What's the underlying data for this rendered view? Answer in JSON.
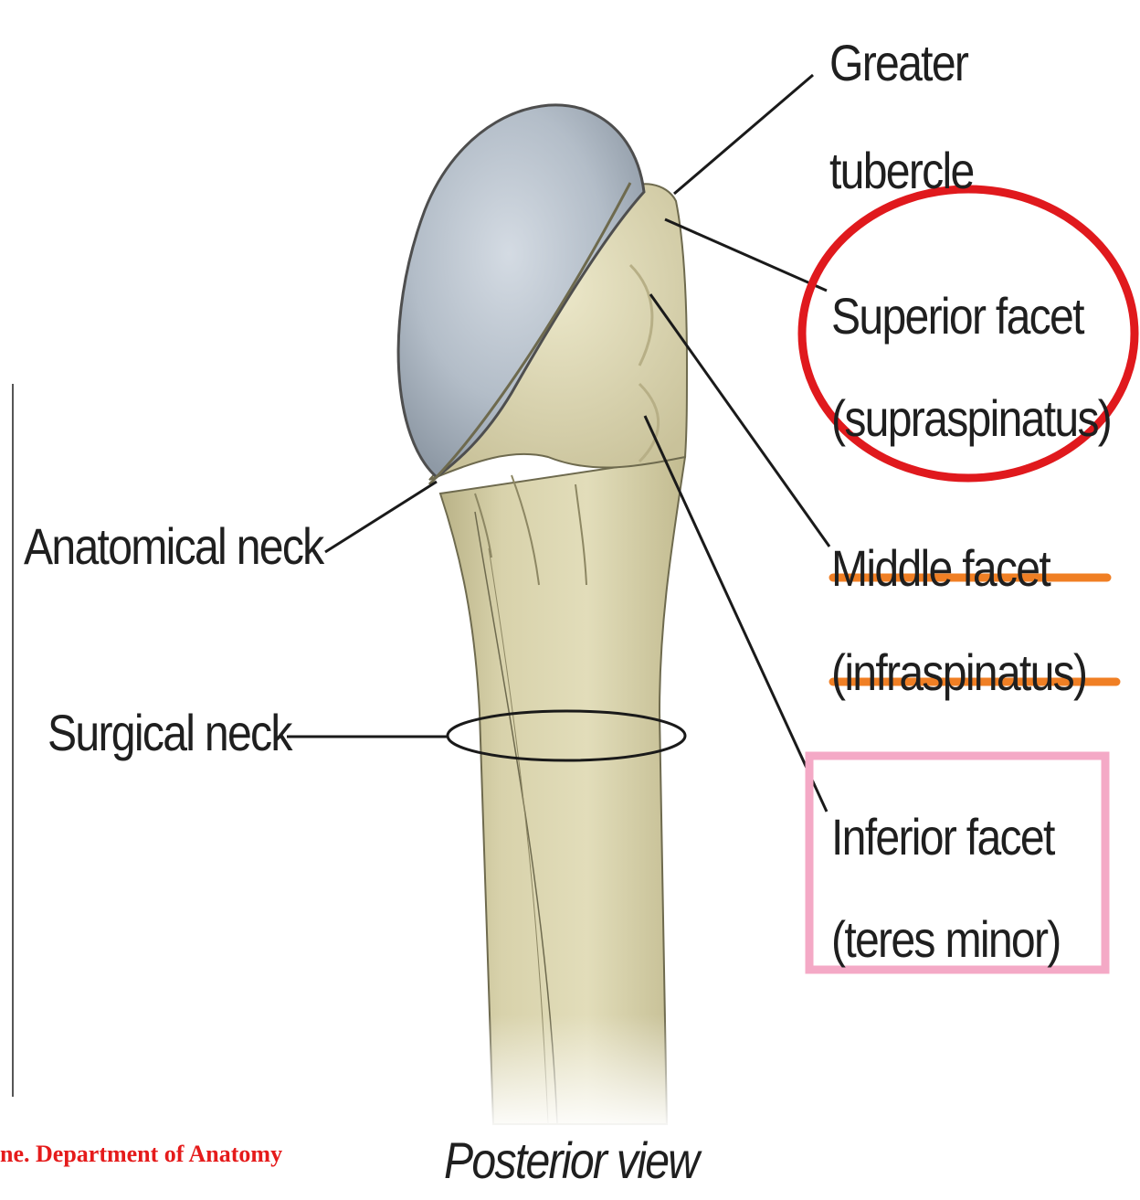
{
  "labels": {
    "greater_tubercle": [
      "Greater",
      "tubercle"
    ],
    "superior_facet": [
      "Superior facet",
      "(supraspinatus)"
    ],
    "middle_facet": [
      "Middle facet",
      "(infraspinatus)"
    ],
    "inferior_facet": [
      "Inferior facet",
      "(teres minor)"
    ],
    "anatomical_neck": "Anatomical neck",
    "surgical_neck": "Surgical neck",
    "view": "Posterior view"
  },
  "footer_text": "ne. Department of Anatomy",
  "colors": {
    "bone": "#ddd8b4",
    "bone_shadow": "#bfb98e",
    "articular_head": "#b7c1cc",
    "leader_line": "#1a1a1a",
    "highlight_superior": "#e0191d",
    "highlight_middle": "#f07f24",
    "highlight_inferior": "#f4a9c6",
    "footer_text": "#e51b1b"
  }
}
